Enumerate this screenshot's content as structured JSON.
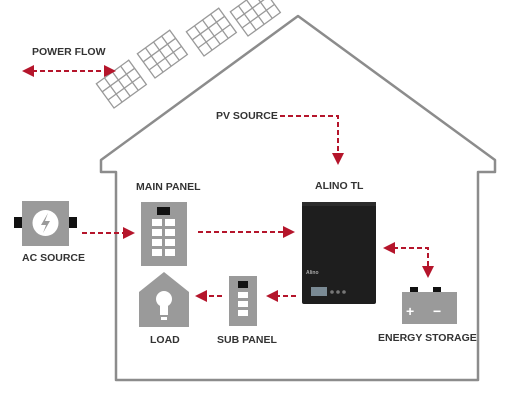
{
  "legend": {
    "label": "POWER FLOW"
  },
  "labels": {
    "pv_source": "PV SOURCE",
    "main_panel": "MAIN PANEL",
    "inverter": "ALINO TL",
    "ac_source": "AC SOURCE",
    "load": "LOAD",
    "sub_panel": "SUB PANEL",
    "energy_storage": "ENERGY STORAGE"
  },
  "inverter_badge": "Alino",
  "battery_signs": {
    "plus": "+",
    "minus": "−"
  },
  "colors": {
    "flow_arrow": "#b5152b",
    "house_outline": "#8c8c8c",
    "device_gray": "#9a9a9a",
    "inverter_body": "#1e1e1e",
    "label_text": "#333333"
  },
  "icons": {
    "ac_source": "lightning-bolt-icon",
    "load": "lightbulb-house-icon",
    "energy_storage": "battery-icon"
  }
}
